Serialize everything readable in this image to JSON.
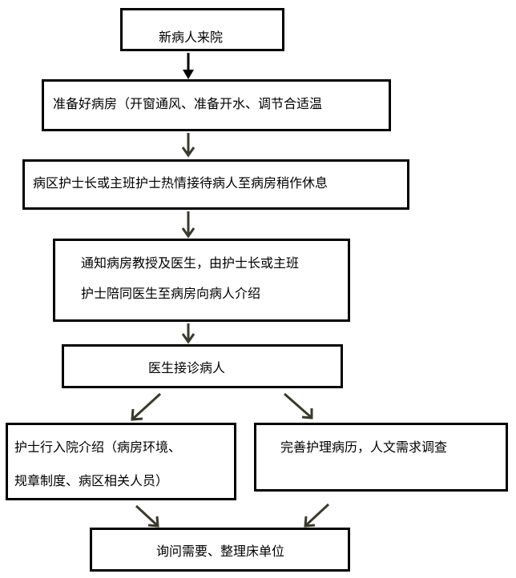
{
  "flowchart": {
    "steps": {
      "new_patient": "新病人来院",
      "prepare_room": "准备好病房（开窗通风、准备开水、调节合适温",
      "reception": "病区护士长或主班护士热情接待病人至病房稍作休息",
      "notify_line1": "通知病房教授及医生，由护士长或主班",
      "notify_line2": "护士陪同医生至病房向病人介绍",
      "doctor_visit": "医生接诊病人",
      "nurse_intro_line1": "护士行入院介绍（病房环境、",
      "nurse_intro_line2": "规章制度、病区相关人员）",
      "records": "完善护理病历，人文需求调查",
      "needs_bed": "询问需要、整理床单位"
    },
    "colors": {
      "border": "#000000",
      "arrow": "#000000",
      "arrow_lower": "#3a3a2a",
      "text": "#000000"
    }
  }
}
